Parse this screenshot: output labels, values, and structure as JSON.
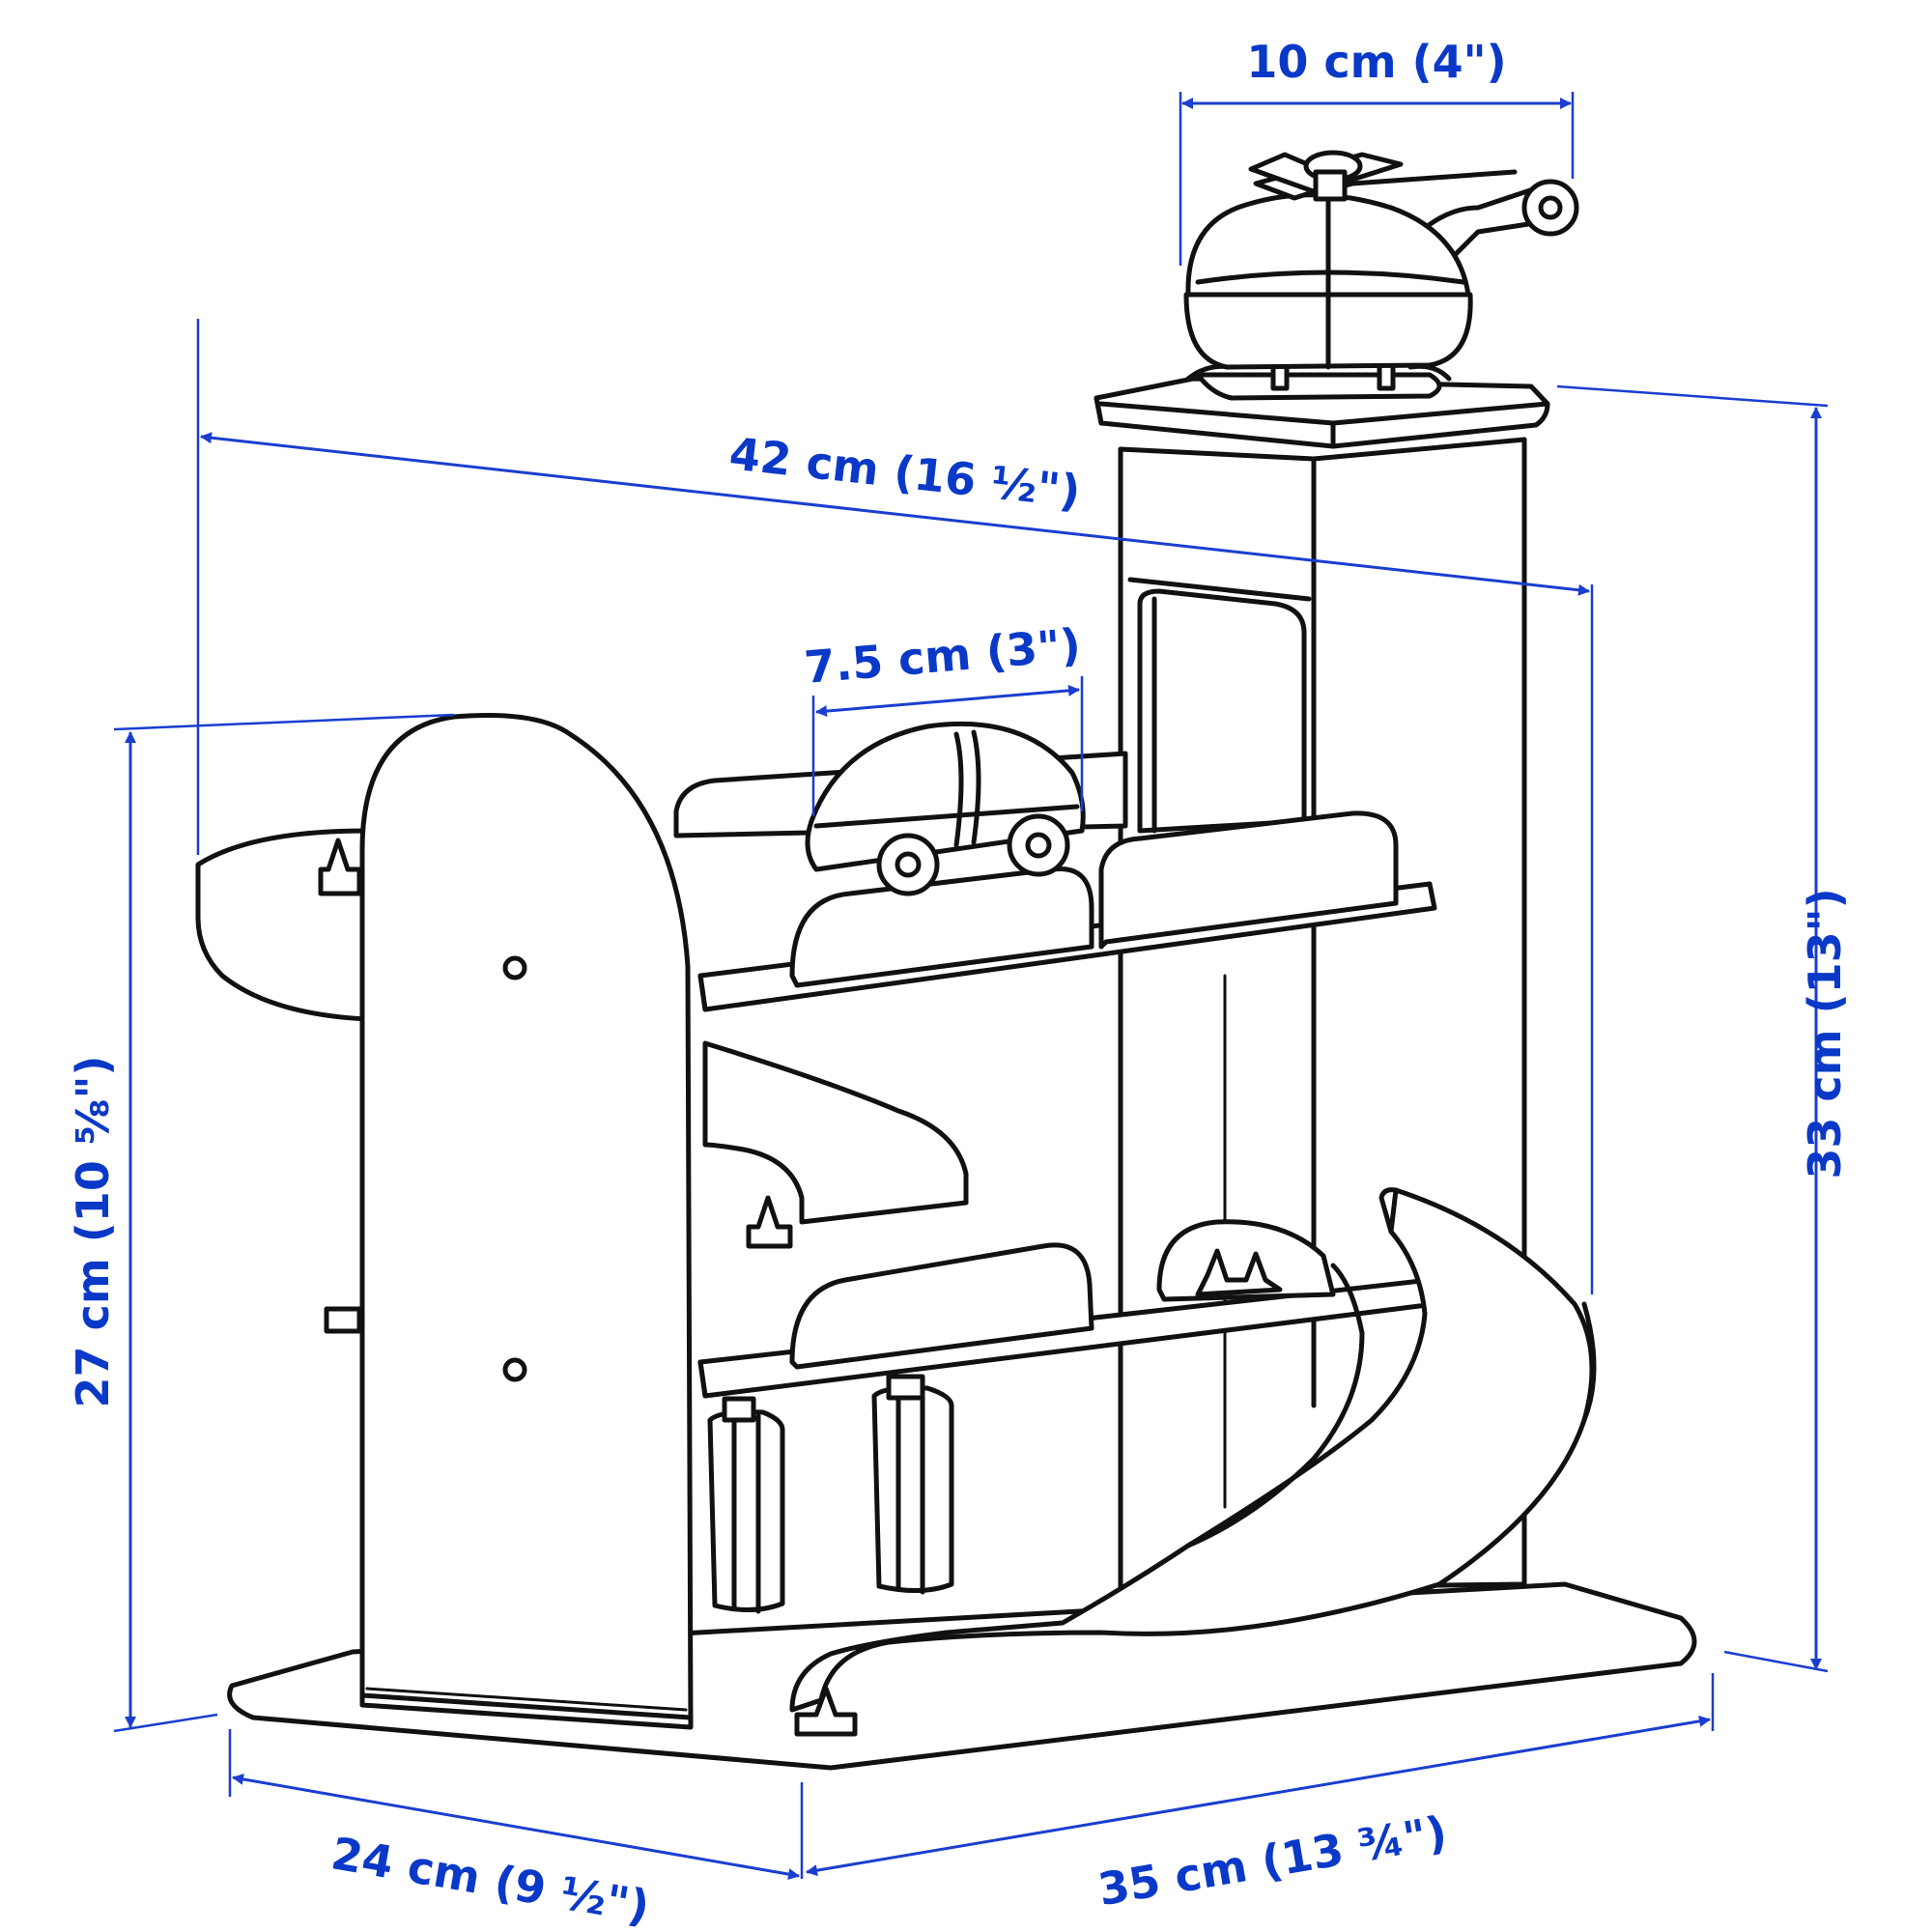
{
  "colors": {
    "dimension": "#0a39c8",
    "ink": "#111111",
    "background": "#ffffff"
  },
  "dimensions": {
    "helicopter_width": "10 cm (4\")",
    "total_width": "42 cm (16 ½\")",
    "car_width": "7.5 cm (3\")",
    "left_height": "27 cm (10 ⅝\")",
    "total_height": "33 cm (13\")",
    "depth": "24 cm (9 ½\")",
    "base_width": "35 cm (13 ¾\")"
  }
}
